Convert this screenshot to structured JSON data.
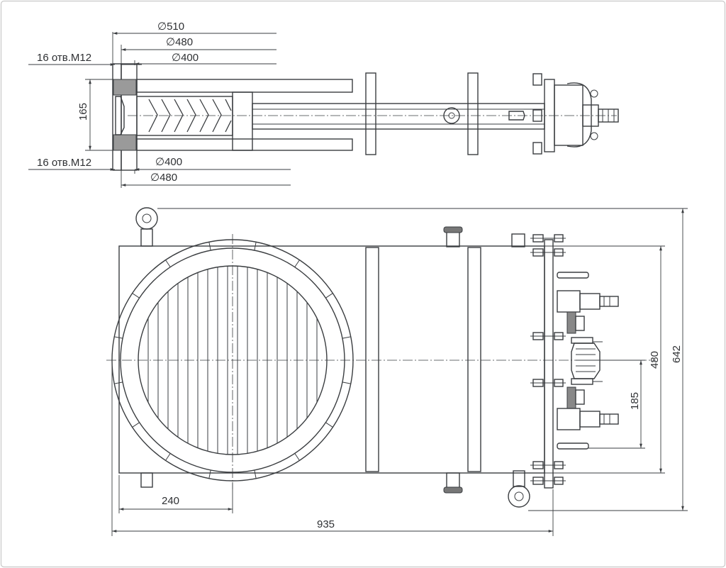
{
  "top_view": {
    "dim_d510": "∅510",
    "dim_d480_top": "∅480",
    "dim_d400_top": "∅400",
    "holes_top": "16 отв.M12",
    "dim_165": "165",
    "holes_bottom": "16 отв.M12",
    "dim_d400_bottom": "∅400",
    "dim_d480_bottom": "∅480"
  },
  "front_view": {
    "dim_480": "480",
    "dim_642": "642",
    "dim_185": "185",
    "dim_240": "240",
    "dim_935": "935"
  }
}
